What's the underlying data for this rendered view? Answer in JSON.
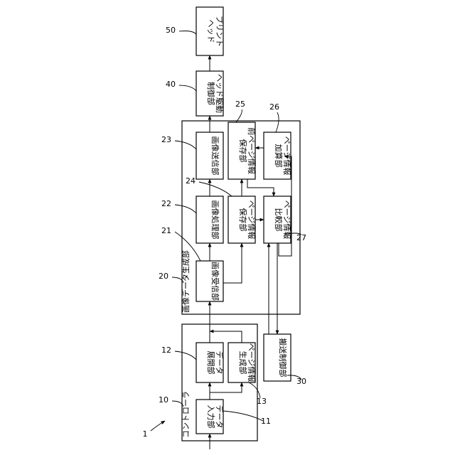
{
  "diagram": {
    "figure_ref": "1",
    "controller": {
      "ref": "10",
      "label": "コントローラ"
    },
    "image_gen": {
      "ref": "20",
      "label": "画像データ生成部"
    },
    "blocks": {
      "data_input": {
        "ref": "11",
        "lines": [
          "データ",
          "入力部"
        ]
      },
      "data_expand": {
        "ref": "12",
        "lines": [
          "データ",
          "展開部"
        ]
      },
      "page_gen": {
        "ref": "13",
        "lines": [
          "ページ情報",
          "生成部"
        ]
      },
      "img_recv": {
        "ref": "21",
        "lines": [
          "画像受信部"
        ]
      },
      "img_proc": {
        "ref": "22",
        "lines": [
          "画像処理部"
        ]
      },
      "img_send": {
        "ref": "23",
        "lines": [
          "画像送信部"
        ]
      },
      "page_hold": {
        "ref": "24",
        "lines": [
          "ページ情報",
          "保存部"
        ]
      },
      "prev_hold": {
        "ref": "25",
        "lines": [
          "前ページ情報",
          "保存部"
        ]
      },
      "page_add": {
        "ref": "26",
        "lines": [
          "ページ情報",
          "加算部"
        ]
      },
      "page_cmp": {
        "ref": "27",
        "lines": [
          "ページ情報",
          "比較部"
        ]
      },
      "transport": {
        "ref": "30",
        "lines": [
          "搬送制御部"
        ]
      },
      "head_drv": {
        "ref": "40",
        "lines": [
          "ヘッド駆動",
          "制御部"
        ]
      },
      "print_head": {
        "ref": "50",
        "lines": [
          "プリント",
          "ヘッド"
        ]
      }
    }
  }
}
